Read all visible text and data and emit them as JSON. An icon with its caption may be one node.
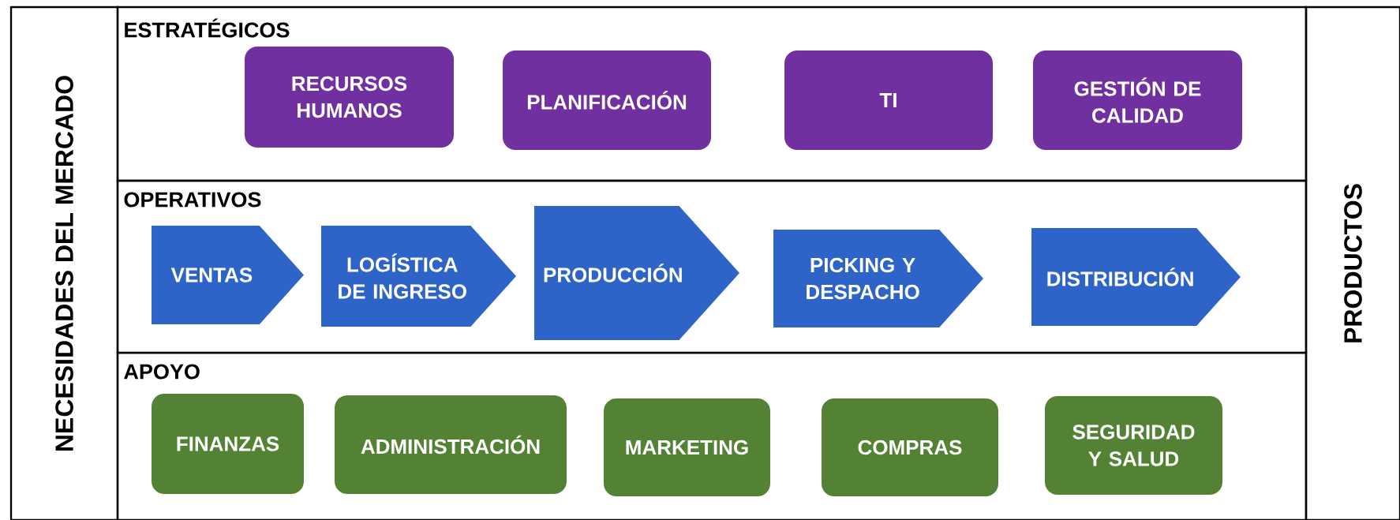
{
  "diagram": {
    "nodes": [
      {
        "text": [
          "NECESIDADES DEL MERCADO"
        ]
      },
      {
        "text": [
          "ESTRATÉGICOS"
        ]
      },
      {
        "text": [
          "RECURSOS HUMANOS"
        ],
        "in": 1
      },
      {
        "text": [
          "PLANIFICACIÓN"
        ],
        "in": 1
      },
      {
        "text": [
          "TI"
        ],
        "in": 1
      },
      {
        "text": [
          "GESTIÓN DE CALIDAD"
        ],
        "in": 1
      },
      {
        "text": [
          "OPERATIVOS"
        ]
      },
      {
        "text": [
          "VENTAS"
        ],
        "in": 6
      },
      {
        "text": [
          "LOGÍSTICA DE INGRESO"
        ],
        "in": 6
      },
      {
        "text": [
          "PRODUCCIÓN"
        ],
        "in": 6
      },
      {
        "text": [
          "PICKING Y DESPACHO"
        ],
        "in": 6
      },
      {
        "text": [
          "DISTRIBUCIÓN"
        ],
        "in": 6
      },
      {
        "text": [
          "APOYO"
        ]
      },
      {
        "text": [
          "FINANZAS"
        ],
        "in": 12
      },
      {
        "text": [
          "ADMINISTRACIÓN"
        ],
        "in": 12
      },
      {
        "text": [
          "MARKETING"
        ],
        "in": 12
      },
      {
        "text": [
          "COMPRAS"
        ],
        "in": 12
      },
      {
        "text": [
          "SEGURIDAD Y SALUD"
        ],
        "in": 12
      },
      {
        "text": [
          "PRODUCTOS"
        ]
      }
    ]
  }
}
